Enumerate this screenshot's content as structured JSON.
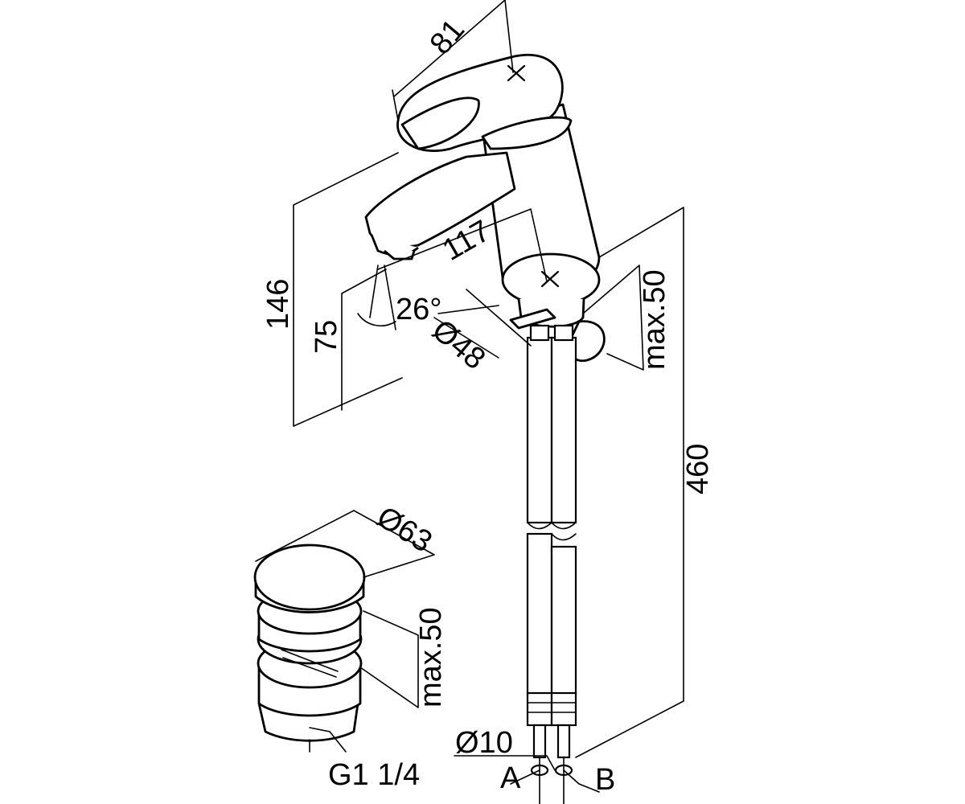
{
  "drawing": {
    "dimensions": {
      "lever_length": "81",
      "spout_reach": "117",
      "total_height": "146",
      "spout_height": "75",
      "angle": "26°",
      "base_diameter": "Ø48",
      "max_thickness_mixer": "max.50",
      "hose_length": "460",
      "drain_diameter": "Ø63",
      "max_thickness_drain": "max.50",
      "drain_thread": "G1 1/4",
      "hose_diameter": "Ø10"
    },
    "labels": {
      "port_a": "A",
      "port_b": "B"
    }
  },
  "colors": {
    "line": "#000000",
    "background": "#ffffff"
  }
}
